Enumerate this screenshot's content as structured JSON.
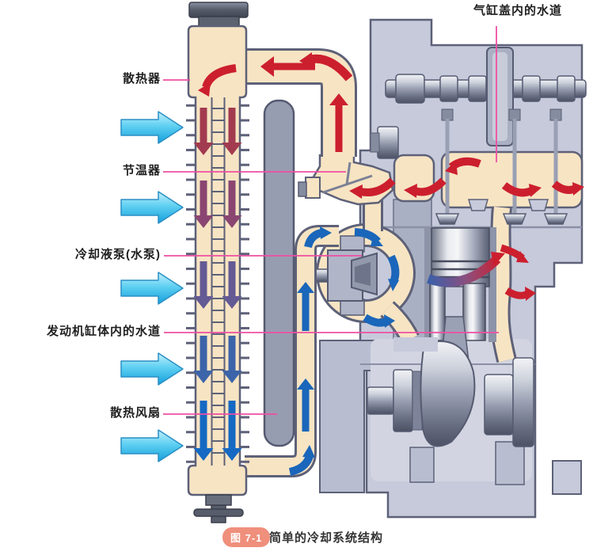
{
  "figure": {
    "badge": "图 7-1",
    "caption": "简单的冷却系统结构"
  },
  "labels": {
    "radiator": "散热器",
    "thermostat": "节温器",
    "coolant_pump": "冷却液泵(水泵)",
    "engine_block_water_jacket": "发动机缸体内的水道",
    "cooling_fan": "散热风扇",
    "cylinder_head_water_jacket": "气缸盖内的水道"
  },
  "colors": {
    "hot_coolant_arrow": "#cc1f2e",
    "cold_coolant_arrow": "#1a66ba",
    "radiator_arrow_stages": [
      "#a23b4f",
      "#8a4671",
      "#645a94",
      "#3c64a9",
      "#1569c3"
    ],
    "air_flow_arrow": "#29ade4",
    "leader_line": "#ee4fa3",
    "coolant_passage_fill": "#f7e4c3",
    "engine_body": "#c6cadb",
    "caption_badge": "#ef8f7c"
  }
}
